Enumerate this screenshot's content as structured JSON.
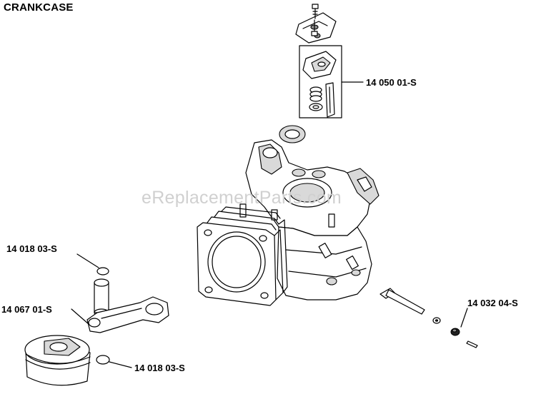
{
  "title": "CRANKCASE",
  "watermark": "eReplacementParts.com",
  "callouts": {
    "breather_kit": "14 050 01-S",
    "retaining_ring_top": "14 018 03-S",
    "connecting_rod": "14 067 01-S",
    "retaining_ring_bottom": "14 018 03-S",
    "governor_shaft_kit": "14 032 04-S"
  },
  "colors": {
    "line": "#000000",
    "shade": "#d9d9d9",
    "watermark": "#d0d0d0"
  }
}
